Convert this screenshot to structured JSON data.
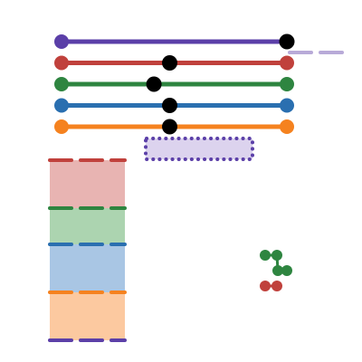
{
  "colors": {
    "purple": "#5b3fa8",
    "red": "#c0413c",
    "green": "#2e8540",
    "blue": "#2a6fb0",
    "orange": "#f5821f",
    "knob": "#000000",
    "purple_light": "#b8aad8",
    "purple_fill": "#dcd3ee",
    "red_fill": "#e8b4b2",
    "green_fill": "#acd4b0",
    "blue_fill": "#a9c6e4",
    "orange_fill": "#fcc9a0"
  },
  "sliders": [
    {
      "name": "purple",
      "value": 1.0
    },
    {
      "name": "red",
      "value": 0.48
    },
    {
      "name": "green",
      "value": 0.41
    },
    {
      "name": "blue",
      "value": 0.48
    },
    {
      "name": "orange",
      "value": 0.48
    }
  ],
  "stacked_bands": [
    "red",
    "green",
    "blue",
    "orange"
  ],
  "mini_dots": [
    "green",
    "green",
    "green",
    "red"
  ]
}
